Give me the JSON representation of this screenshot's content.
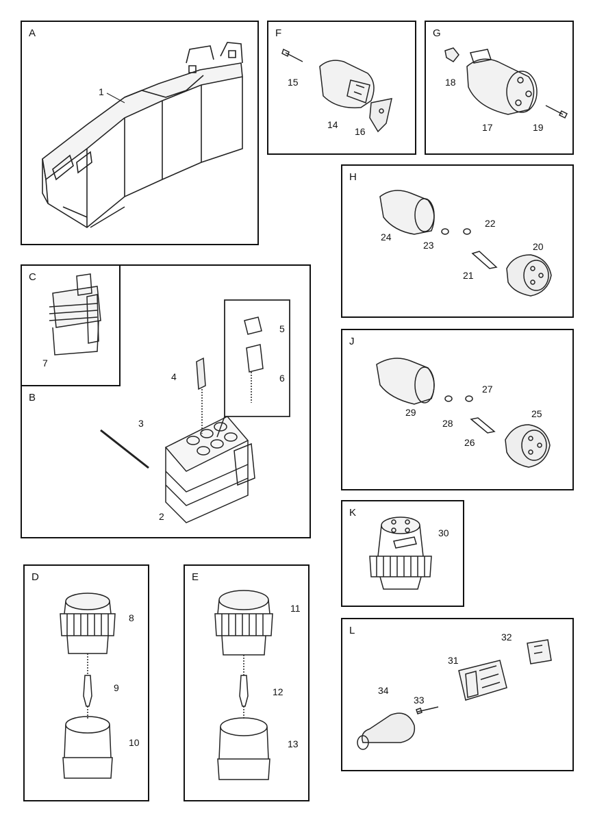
{
  "panels": {
    "A": {
      "label": "A",
      "parts": [
        "1"
      ]
    },
    "B": {
      "label": "B",
      "parts": [
        "2",
        "3",
        "4",
        "5",
        "6"
      ]
    },
    "C": {
      "label": "C",
      "parts": [
        "7"
      ]
    },
    "D": {
      "label": "D",
      "parts": [
        "8",
        "9",
        "10"
      ]
    },
    "E": {
      "label": "E",
      "parts": [
        "11",
        "12",
        "13"
      ]
    },
    "F": {
      "label": "F",
      "parts": [
        "14",
        "15",
        "16"
      ]
    },
    "G": {
      "label": "G",
      "parts": [
        "17",
        "18",
        "19"
      ]
    },
    "H": {
      "label": "H",
      "parts": [
        "20",
        "21",
        "22",
        "23",
        "24"
      ]
    },
    "J": {
      "label": "J",
      "parts": [
        "25",
        "26",
        "27",
        "28",
        "29"
      ]
    },
    "K": {
      "label": "K",
      "parts": [
        "30"
      ]
    },
    "L": {
      "label": "L",
      "parts": [
        "31",
        "32",
        "33",
        "34"
      ]
    }
  }
}
